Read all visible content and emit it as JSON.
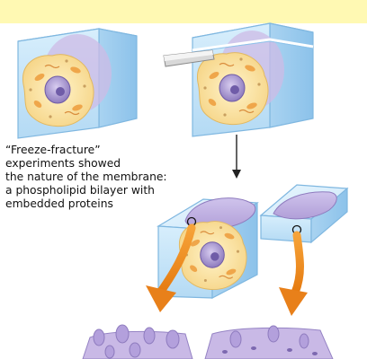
{
  "caption": "“Freeze-fracture”\nexperiments showed\nthe nature of the membrane:\na phospholipid bilayer with\nembedded proteins",
  "panels": [
    {
      "name": "frozen-cell-block",
      "icon": "ice-block-with-cell"
    },
    {
      "name": "knife-cutting-block",
      "icon": "knife-icon"
    },
    {
      "name": "fractured-block-halves",
      "icon": "split-ice-block"
    },
    {
      "name": "membrane-leaflets",
      "icon": "bilayer-surface-with-proteins"
    }
  ],
  "colors": {
    "header_band": "#FFF9B3",
    "ice": "#BFE1F7",
    "ice_edge": "#7FB7E0",
    "cytoplasm": "#FBE3A5",
    "nucleus": "#A08FC5",
    "membrane": "#B9A8D9",
    "arrow": "#EE8A1E"
  }
}
